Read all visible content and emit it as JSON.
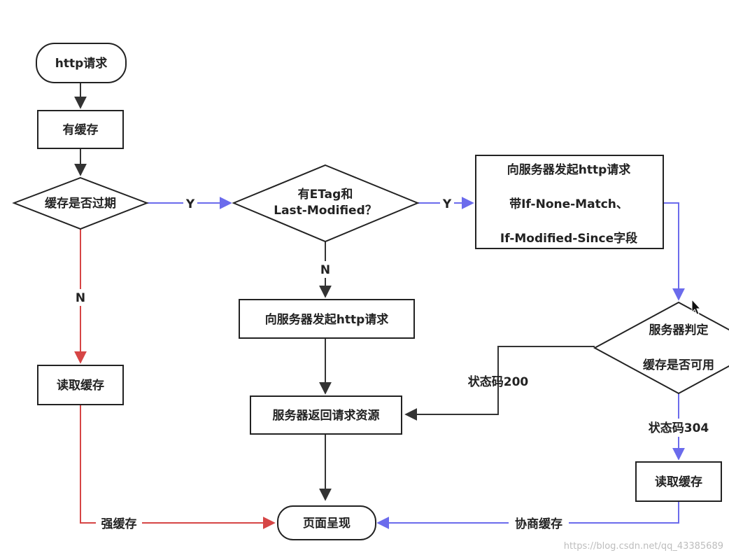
{
  "nodes": {
    "start": "http请求",
    "has_cache": "有缓存",
    "expired_decision": "缓存是否过期",
    "etag_decision": [
      "有ETag和",
      "Last-Modified？"
    ],
    "request_with_headers": [
      "向服务器发起http请求",
      "带If-None-Match、",
      "If-Modified-Since字段"
    ],
    "request_plain": "向服务器发起http请求",
    "server_judge": [
      "服务器判定",
      "缓存是否可用"
    ],
    "server_return": "服务器返回请求资源",
    "read_cache_left": "读取缓存",
    "read_cache_right": "读取缓存",
    "render": "页面呈现"
  },
  "edge_labels": {
    "yes_expired": "Y",
    "yes_etag": "Y",
    "no_expired": "N",
    "no_etag": "N",
    "status_200": "状态码200",
    "status_304": "状态码304",
    "strong_cache": "强缓存",
    "negotiated_cache": "协商缓存"
  },
  "watermark": "https://blog.csdn.net/qq_43385689",
  "colors": {
    "line_dark": "#333333",
    "line_red": "#d64545",
    "line_blue": "#6b6bec",
    "box_stroke": "#222222"
  }
}
